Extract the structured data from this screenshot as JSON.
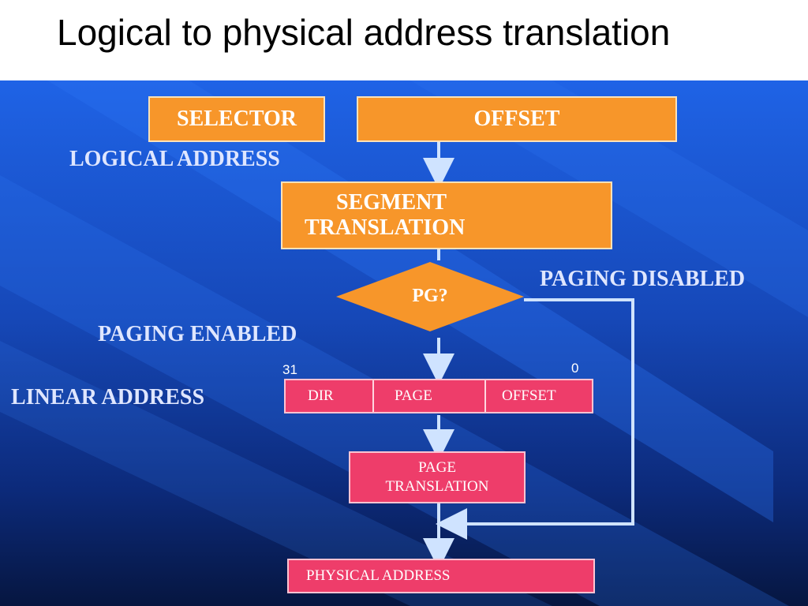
{
  "title": "Logical to physical address translation",
  "boxes": {
    "selector": "SELECTOR",
    "offset": "OFFSET",
    "segment_line1": "SEGMENT",
    "segment_line2": "TRANSLATION",
    "decision": "PG?",
    "linear_dir": "DIR",
    "linear_page": "PAGE",
    "linear_offset": "OFFSET",
    "page_line1": "PAGE",
    "page_line2": "TRANSLATION",
    "physical": "PHYSICAL ADDRESS"
  },
  "labels": {
    "logical_address": "LOGICAL ADDRESS",
    "paging_disabled": "PAGING DISABLED",
    "paging_enabled": "PAGING ENABLED",
    "linear_address": "LINEAR ADDRESS",
    "bit_high": "31",
    "bit_low": "0"
  },
  "colors": {
    "orange_box": "#f7962a",
    "pink_box": "#ee3d6a",
    "arrow": "#cfe3ff",
    "background_top": "#1f63e6",
    "background_bottom": "#061640"
  }
}
